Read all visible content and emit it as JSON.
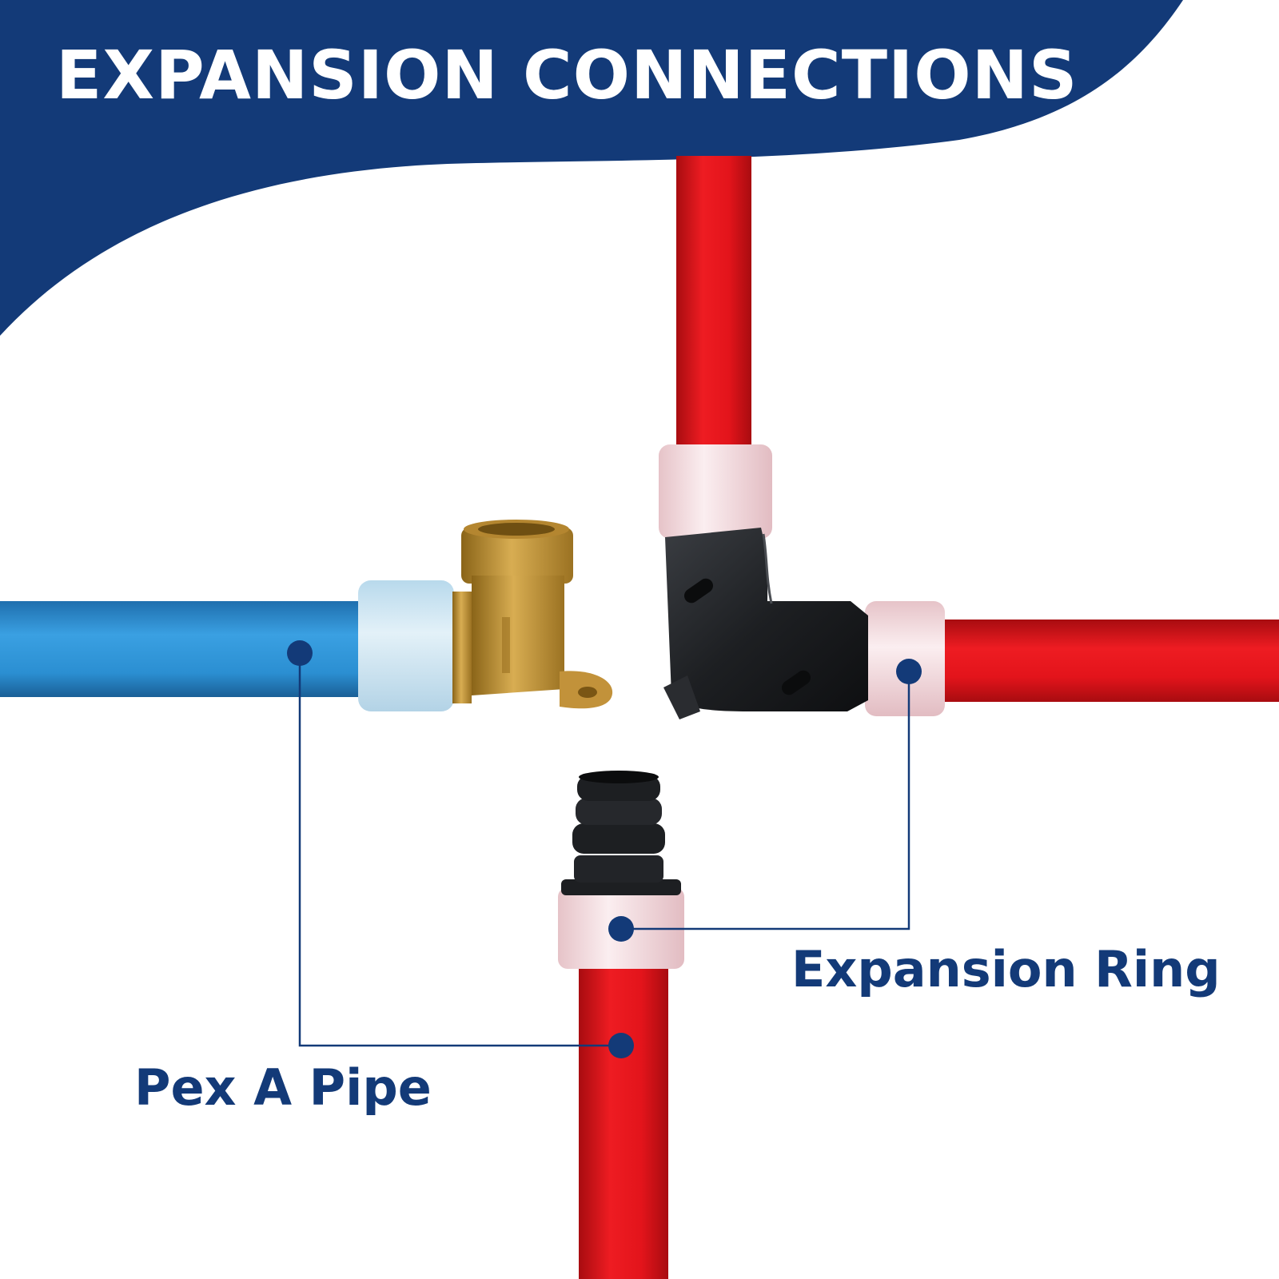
{
  "header": {
    "title": "EXPANSION CONNECTIONS",
    "banner_color": "#133a78",
    "title_color": "#ffffff"
  },
  "labels": {
    "expansion_ring": "Expansion Ring",
    "pex_a_pipe": "Pex A Pipe",
    "label_color": "#133a78"
  },
  "colors": {
    "red_pipe": "#e3141b",
    "blue_pipe": "#2b90d4",
    "ring": "#f4dde0",
    "blue_ring": "#cfe6f2",
    "brass": "#c99a3a",
    "black_fitting": "#1d1f22",
    "leader": "#133a78"
  }
}
